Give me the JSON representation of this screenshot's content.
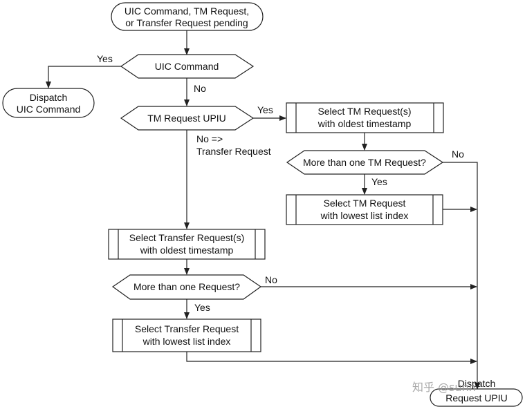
{
  "nodes": {
    "start": [
      "UIC Command, TM Request,",
      "or Transfer Request pending"
    ],
    "uic_command": "UIC Command",
    "dispatch_uic": [
      "Dispatch",
      "UIC Command"
    ],
    "tm_request_upiu": "TM Request UPIU",
    "select_tm_oldest": [
      "Select TM Request(s)",
      "with oldest timestamp"
    ],
    "more_than_one_tm": "More than one TM Request?",
    "select_tm_lowest": [
      "Select TM Request",
      "with lowest list index"
    ],
    "select_transfer_oldest": [
      "Select Transfer Request(s)",
      "with oldest timestamp"
    ],
    "more_than_one_request": "More than one Request?",
    "select_transfer_lowest": [
      "Select Transfer Request",
      "with lowest list index"
    ],
    "dispatch_request": [
      "Dispatch",
      "Request UPIU"
    ]
  },
  "edge_labels": {
    "uic_yes": "Yes",
    "uic_no": "No",
    "tm_yes": "Yes",
    "tm_no": [
      "No =>",
      "Transfer Request"
    ],
    "more_tm_no": "No",
    "more_tm_yes": "Yes",
    "more_req_no": "No",
    "more_req_yes": "Yes"
  },
  "watermark": "知乎 @sunn"
}
